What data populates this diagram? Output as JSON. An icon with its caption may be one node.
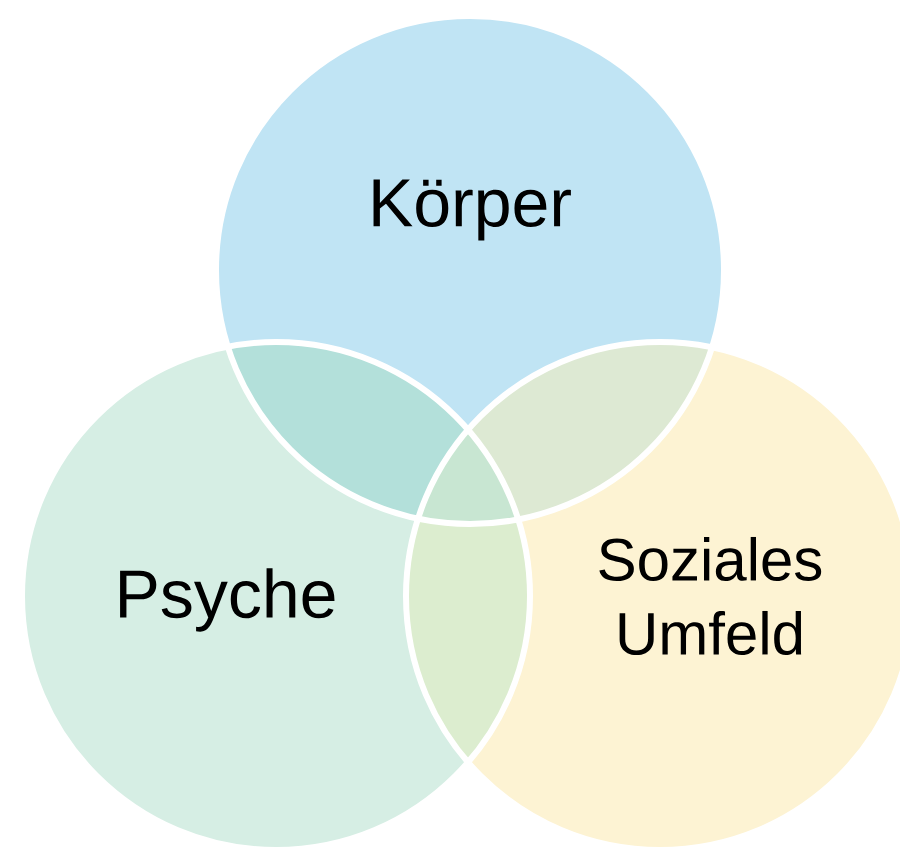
{
  "diagram": {
    "nodes": [
      {
        "text": [
          "Körper"
        ]
      },
      {
        "text": [
          "Psyche"
        ]
      },
      {
        "text": [
          "Soziales Umfeld"
        ]
      }
    ]
  }
}
